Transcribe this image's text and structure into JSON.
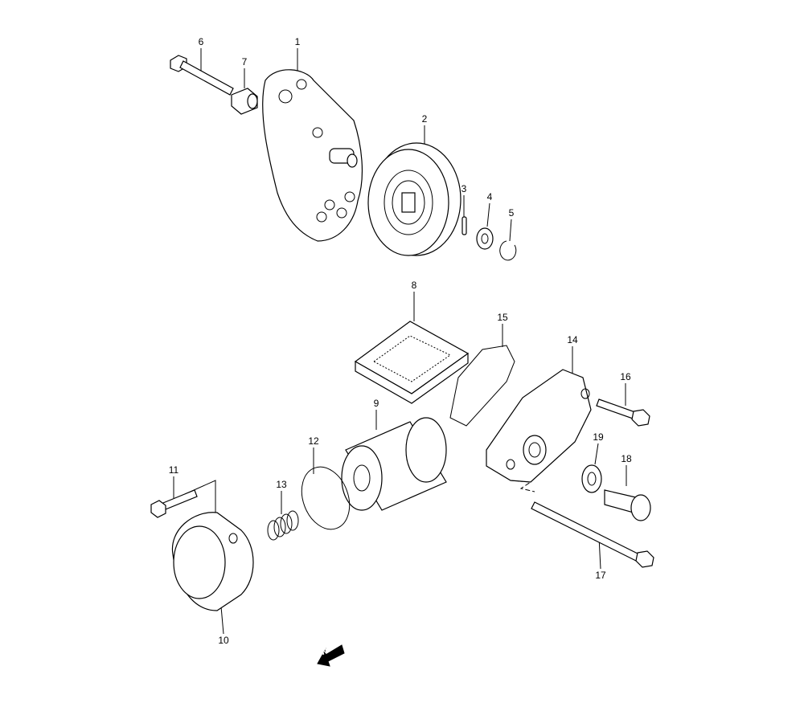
{
  "callouts": {
    "c1": "1",
    "c2": "2",
    "c3": "3",
    "c4": "4",
    "c5": "5",
    "c6": "6",
    "c7": "7",
    "c8": "8",
    "c9": "9",
    "c10": "10",
    "c11": "11",
    "c12": "12",
    "c13": "13",
    "c14": "14",
    "c15": "15",
    "c16": "16",
    "c17": "17",
    "c18": "18",
    "c19": "19"
  },
  "direction_marker": "FWD"
}
